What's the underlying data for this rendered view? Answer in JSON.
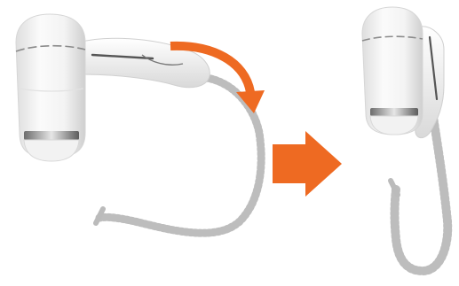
{
  "scene": {
    "panels": [
      {
        "state": "extended",
        "icon": "hair-dryer-extended"
      },
      {
        "state": "folded",
        "icon": "hair-dryer-folded"
      }
    ],
    "rotate_arrow": {
      "icon": "curved-arrow-clockwise",
      "color": "#ee6a22"
    },
    "transition_arrow": {
      "icon": "arrow-right",
      "color": "#ee6a22"
    },
    "colors": {
      "body": "#f7f7f7",
      "body_shade": "#dcdcdc",
      "trim": "#9a9a9a",
      "grille": "#6a6a6a",
      "cord": "#d2d2d2"
    }
  }
}
